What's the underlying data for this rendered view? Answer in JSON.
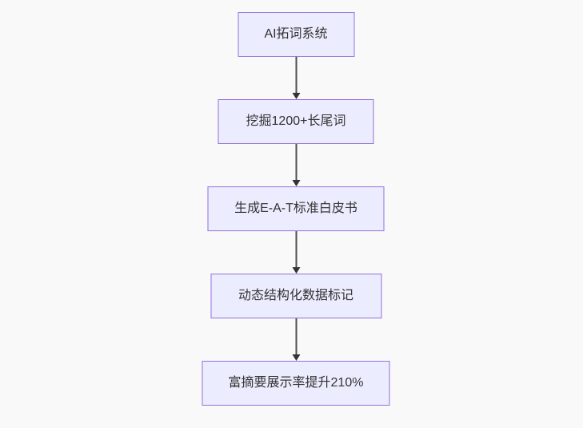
{
  "page": {
    "background_color": "#f9f9f9"
  },
  "flowchart": {
    "type": "flowchart",
    "direction": "top-down",
    "node_fill_color": "#ECECFF",
    "node_border_color": "#9370DB",
    "node_text_color": "#333333",
    "edge_color": "#333333",
    "nodes": [
      {
        "label": "AI拓词系统"
      },
      {
        "label": "挖掘1200+长尾词"
      },
      {
        "label": "生成E-A-T标准白皮书"
      },
      {
        "label": "动态结构化数据标记"
      },
      {
        "label": "富摘要展示率提升210%"
      }
    ],
    "edges": [
      {
        "from": "AI拓词系统",
        "to": "挖掘1200+长尾词"
      },
      {
        "from": "挖掘1200+长尾词",
        "to": "生成E-A-T标准白皮书"
      },
      {
        "from": "生成E-A-T标准白皮书",
        "to": "动态结构化数据标记"
      },
      {
        "from": "动态结构化数据标记",
        "to": "富摘要展示率提升210%"
      }
    ]
  }
}
